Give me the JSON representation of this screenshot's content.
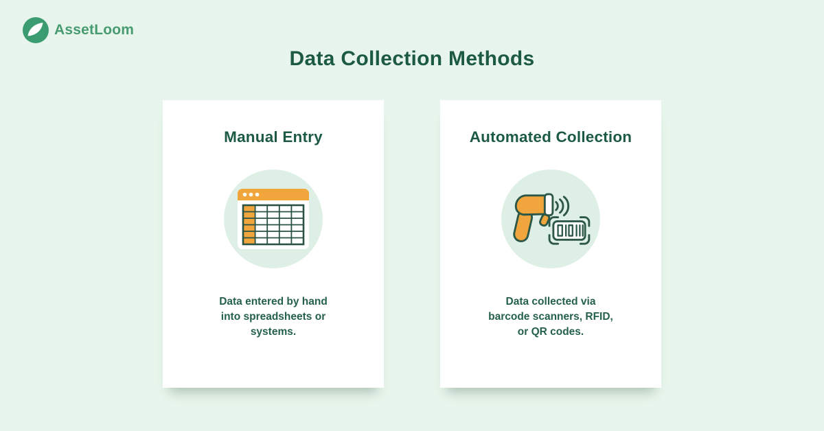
{
  "brand": {
    "name": "AssetLoom",
    "logo_icon": "leaf-icon"
  },
  "page": {
    "title": "Data Collection Methods"
  },
  "cards": [
    {
      "heading": "Manual Entry",
      "icon": "spreadsheet-icon",
      "description": "Data entered by hand into spreadsheets or systems.",
      "description_lines": [
        "Data entered by hand",
        "into spreadsheets or",
        "systems."
      ]
    },
    {
      "heading": "Automated Collection",
      "icon": "barcode-scanner-icon",
      "description": "Data collected via barcode scanners, RFID, or QR codes.",
      "description_lines": [
        "Data collected via",
        "barcode scanners, RFID,",
        "or QR codes."
      ]
    }
  ],
  "colors": {
    "background": "#e8f5ec",
    "card_background": "#ffffff",
    "heading_text": "#1d5a43",
    "body_text": "#24604b",
    "accent_orange": "#f0a63c",
    "icon_outline_green": "#2d5847",
    "logo_green": "#3b9c71",
    "icon_circle_mint": "#def0e6"
  }
}
